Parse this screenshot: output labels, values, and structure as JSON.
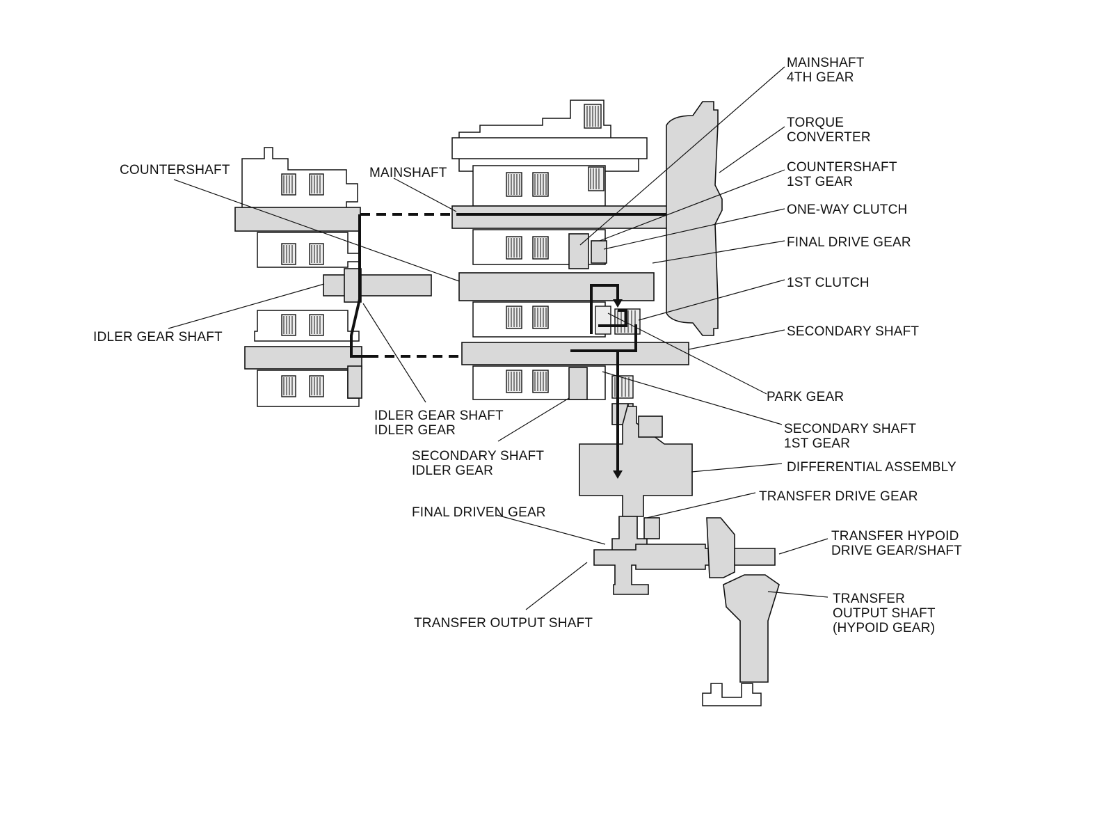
{
  "labels": {
    "mainshaft_4th_gear": [
      "MAINSHAFT",
      "4TH GEAR"
    ],
    "torque_converter": [
      "TORQUE",
      "CONVERTER"
    ],
    "countershaft_1st_gear": [
      "COUNTERSHAFT",
      "1ST GEAR"
    ],
    "one_way_clutch": "ONE-WAY CLUTCH",
    "final_drive_gear": "FINAL DRIVE GEAR",
    "first_clutch": "1ST CLUTCH",
    "secondary_shaft": "SECONDARY SHAFT",
    "park_gear": "PARK GEAR",
    "secondary_shaft_1st_gear": [
      "SECONDARY SHAFT",
      "1ST GEAR"
    ],
    "differential_assembly": "DIFFERENTIAL ASSEMBLY",
    "transfer_drive_gear": "TRANSFER DRIVE GEAR",
    "transfer_hypoid_drive_gear_shaft": [
      "TRANSFER HYPOID",
      "DRIVE GEAR/SHAFT"
    ],
    "transfer_output_shaft_hypoid_gear": [
      "TRANSFER",
      "OUTPUT SHAFT",
      "(HYPOID GEAR)"
    ],
    "countershaft": "COUNTERSHAFT",
    "mainshaft": "MAINSHAFT",
    "idler_gear_shaft": "IDLER GEAR SHAFT",
    "idler_gear_shaft_idler_gear": [
      "IDLER GEAR SHAFT",
      "IDLER GEAR"
    ],
    "secondary_shaft_idler_gear": [
      "SECONDARY SHAFT",
      "IDLER GEAR"
    ],
    "final_driven_gear": "FINAL DRIVEN GEAR",
    "transfer_output_shaft": "TRANSFER OUTPUT SHAFT"
  }
}
